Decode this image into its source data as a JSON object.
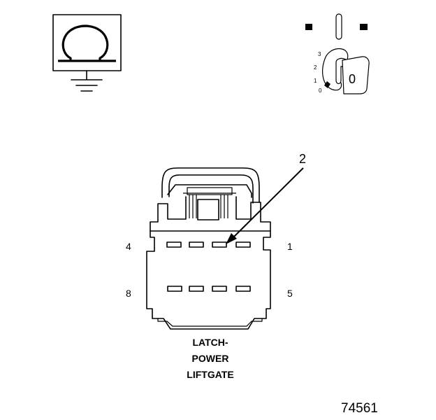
{
  "ohmmeter": {
    "symbol": "Ω"
  },
  "ignition_switch": {
    "positions": [
      "3",
      "2",
      "1",
      "0"
    ],
    "key_position": "0"
  },
  "connector": {
    "callout": "2",
    "pins": {
      "top_left": "4",
      "top_right": "1",
      "bottom_left": "8",
      "bottom_right": "5"
    },
    "caption": [
      "LATCH-",
      "POWER",
      "LIFTGATE"
    ]
  },
  "figure_number": "74561"
}
